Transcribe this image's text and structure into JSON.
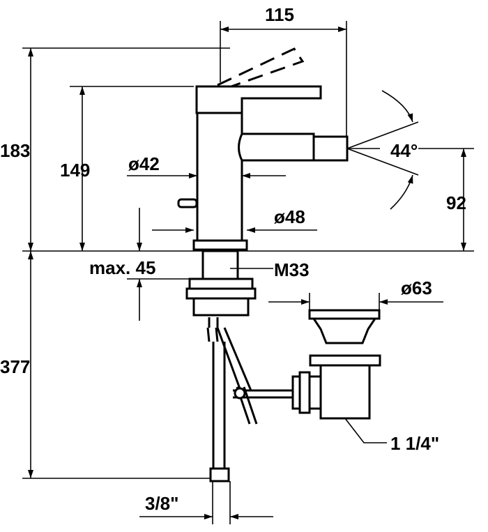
{
  "dimensions": {
    "spout_reach": "115",
    "total_height": "183",
    "lever_height": "149",
    "body_diameter": "ø42",
    "base_diameter": "ø48",
    "spray_angle": "44°",
    "outlet_height": "92",
    "max_counter_thickness": "max. 45",
    "thread": "M33",
    "drain_diameter": "ø63",
    "below_counter": "377",
    "waste_thread": "1 1/4\"",
    "supply_connection": "3/8\""
  },
  "colors": {
    "line": "#000000",
    "background": "#ffffff"
  }
}
